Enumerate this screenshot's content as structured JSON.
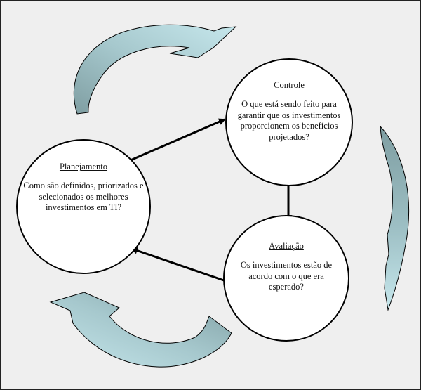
{
  "diagram": {
    "colors": {
      "background": "#efefef",
      "border": "#222222",
      "circle_fill": "#ffffff",
      "circle_stroke": "#000000",
      "arrow": "#000000",
      "swoosh_light": "#bfe2e7",
      "swoosh_dark": "#7f9ea2"
    },
    "nodes": {
      "planejamento": {
        "title": "Planejamento",
        "question": "Como são definidos, priorizados e selecionados os melhores investimentos em TI?"
      },
      "controle": {
        "title": "Controle",
        "question": "O que está sendo feito para garantir que os investimentos proporcionem os benefícios projetados?"
      },
      "avaliacao": {
        "title": "Avaliação",
        "question": "Os investimentos estão de acordo com o que era esperado?"
      }
    },
    "connectors": [
      {
        "from": "planejamento",
        "to": "controle",
        "style": "double-arrow"
      },
      {
        "from": "controle",
        "to": "avaliacao",
        "style": "double-arrow"
      },
      {
        "from": "avaliacao",
        "to": "planejamento",
        "style": "single-arrow"
      }
    ],
    "cycle_arrows": [
      "top-left",
      "right",
      "bottom-left"
    ]
  }
}
